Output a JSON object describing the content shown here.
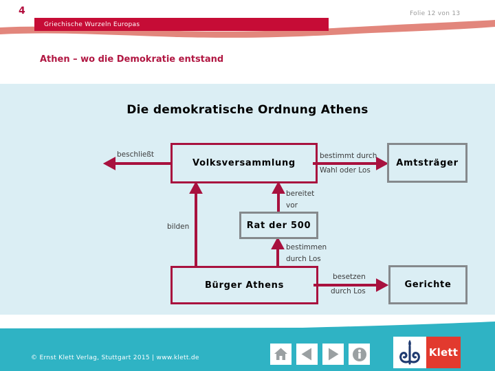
{
  "header": {
    "chapter_number": "4",
    "chapter_title": "Griechische Wurzeln Europas",
    "slide_counter": "Folie 12 von 13",
    "lesson_title": "Athen – wo die Demokratie entstand"
  },
  "diagram": {
    "title": "Die demokratische Ordnung Athens",
    "boxes": {
      "volksversammlung": {
        "label": "Volksversammlung",
        "border": "red"
      },
      "amtstraeger": {
        "label": "Amtsträger",
        "border": "gray"
      },
      "rat_der_500": {
        "label": "Rat der 500",
        "border": "gray"
      },
      "buerger_athens": {
        "label": "Bürger Athens",
        "border": "red"
      },
      "gerichte": {
        "label": "Gerichte",
        "border": "gray"
      }
    },
    "edges": {
      "beschliesst": {
        "label": "beschließt",
        "from": "Volksversammlung"
      },
      "bestimmt": {
        "line1": "bestimmt durch",
        "line2": "Wahl oder Los",
        "from": "Volksversammlung",
        "to": "Amtsträger"
      },
      "bereitet": {
        "line1": "bereitet",
        "line2": "vor",
        "from": "Rat der 500",
        "to": "Volksversammlung"
      },
      "bilden": {
        "label": "bilden",
        "from": "Bürger Athens",
        "to": "Volksversammlung"
      },
      "bestimmen": {
        "line1": "bestimmen",
        "line2": "durch Los",
        "from": "Bürger Athens",
        "to": "Rat der 500"
      },
      "besetzen": {
        "line1": "besetzen",
        "line2": "durch Los",
        "from": "Bürger Athens",
        "to": "Gerichte"
      }
    }
  },
  "footer": {
    "copyright": "© Ernst Klett Verlag, Stuttgart 2015 | www.klett.de",
    "nav_buttons": [
      {
        "name": "home",
        "icon": "home-icon"
      },
      {
        "name": "previous",
        "icon": "arrow-left-icon"
      },
      {
        "name": "next",
        "icon": "arrow-right-icon"
      },
      {
        "name": "info",
        "icon": "info-icon"
      }
    ],
    "logo": {
      "text": "Klett",
      "emblem": "klett-emblem-icon"
    }
  },
  "colors": {
    "accent_red": "#c60c36",
    "diagram_red": "#a8113e",
    "diagram_gray": "#85898c",
    "panel_blue": "#dbeef4",
    "footer_teal": "#2fb3c4",
    "swoosh_salmon": "#e2867c",
    "logo_red": "#e23a2e",
    "logo_navy": "#1f3a70",
    "label_gray": "#3b3b3b"
  }
}
